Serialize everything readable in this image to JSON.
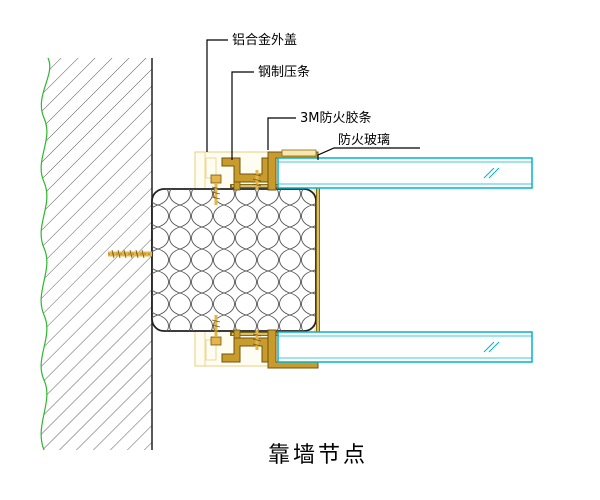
{
  "labels": {
    "aluminum_cover": "铝合金外盖",
    "steel_strip": "钢制压条",
    "fire_tape": "3M防火胶条",
    "fire_glass": "防火玻璃"
  },
  "title": "靠墙节点",
  "colors": {
    "wall_break_line": "#2db82d",
    "glass_edge": "#00b4c8",
    "profile_fill": "#c89b2c",
    "profile_light": "#f0d98c",
    "fastener": "#e3b54a",
    "insulation_line": "#555555"
  }
}
